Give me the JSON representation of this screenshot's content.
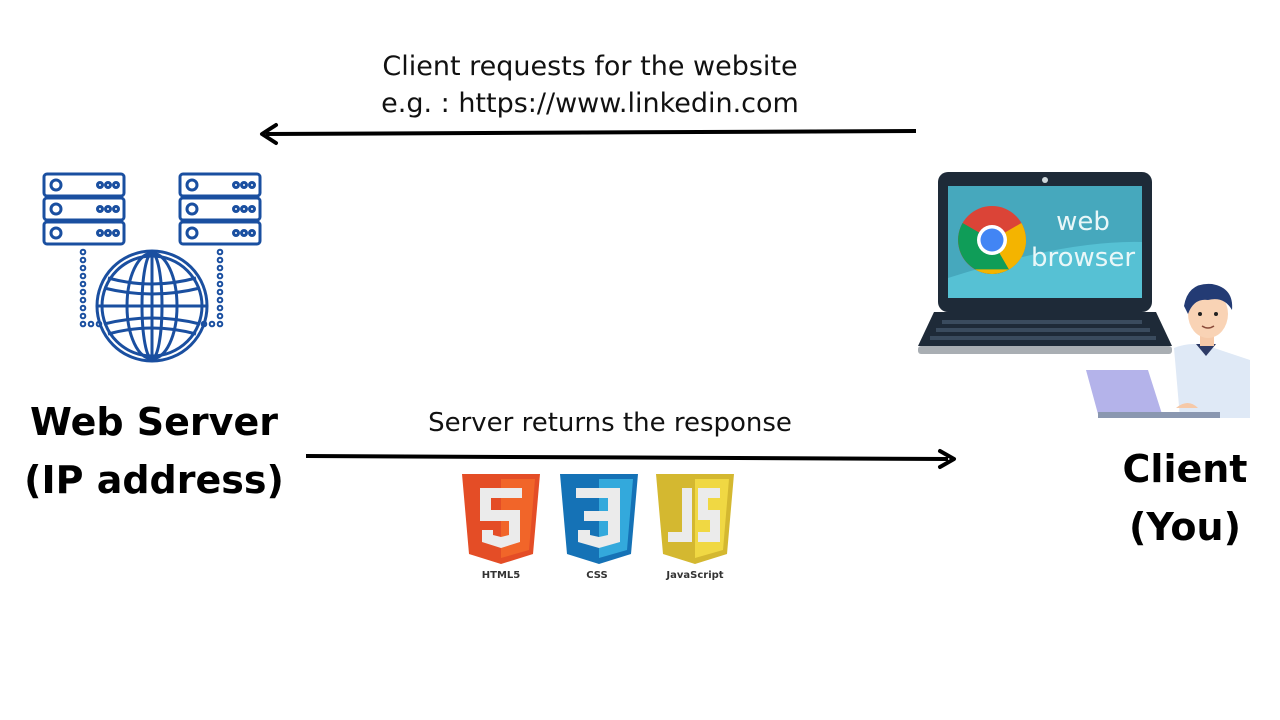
{
  "request": {
    "line1": "Client requests for the website",
    "line2": "e.g. : https://www.linkedin.com"
  },
  "response": {
    "label": "Server returns the response"
  },
  "server": {
    "line1": "Web Server",
    "line2": "(IP address)",
    "icon": "server-globe-icon",
    "color": "#1a4fa0"
  },
  "client": {
    "line1": "Client",
    "line2": "(You)",
    "screen_line1": "web",
    "screen_line2": "browser"
  },
  "logos": [
    {
      "name": "HTML5",
      "glyph": "5",
      "color": "#e44d26",
      "shade": "#f16529"
    },
    {
      "name": "CSS",
      "glyph": "3",
      "color": "#1572b6",
      "shade": "#33a9dc"
    },
    {
      "name": "JavaScript",
      "glyph": "JS",
      "color": "#d4b830",
      "shade": "#f0d843"
    }
  ]
}
